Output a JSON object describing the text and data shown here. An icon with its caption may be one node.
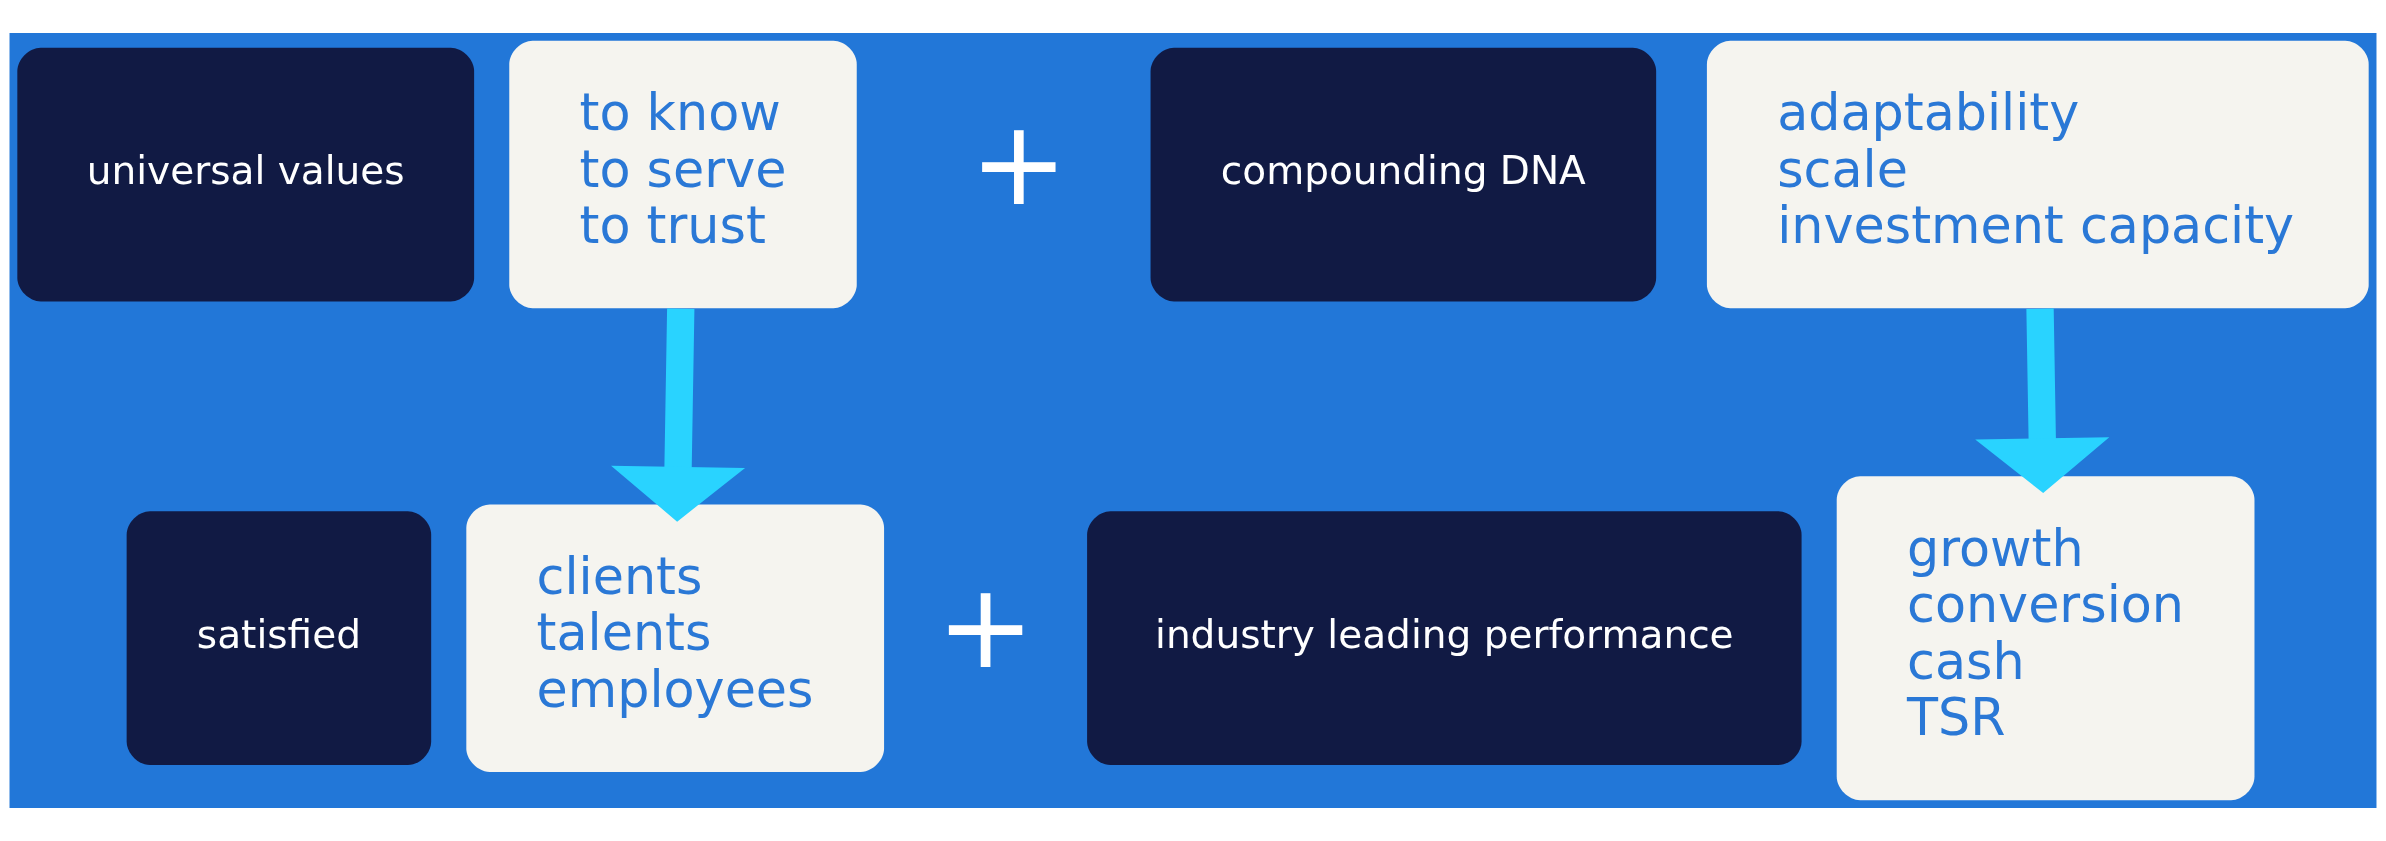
{
  "diagram": {
    "nodes": [
      {
        "text": [
          "universal values"
        ]
      },
      {
        "text": [
          "to know",
          "to serve",
          "to trust"
        ]
      },
      {
        "text": [
          "compounding DNA"
        ]
      },
      {
        "text": [
          "adaptability",
          "scale",
          "investment capacity"
        ]
      },
      {
        "text": [
          "satisfied"
        ]
      },
      {
        "text": [
          "clients",
          "talents",
          "employees"
        ]
      },
      {
        "text": [
          "industry leading performance"
        ]
      },
      {
        "text": [
          "growth",
          "conversion",
          "cash",
          "TSR"
        ]
      }
    ],
    "edges": [
      {
        "from": 1,
        "to": 5,
        "arrow": "to",
        "color": "#29d3ff"
      },
      {
        "from": 3,
        "to": 7,
        "arrow": "to",
        "color": "#29d3ff"
      }
    ],
    "labels": [
      "+",
      "+"
    ]
  }
}
